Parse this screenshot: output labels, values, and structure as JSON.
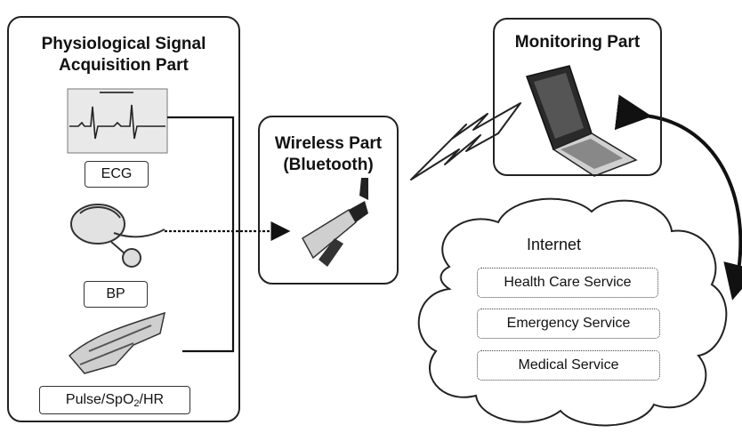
{
  "acquisition": {
    "title_line1": "Physiological Signal",
    "title_line2": "Acquisition Part",
    "labels": {
      "ecg": "ECG",
      "bp": "BP",
      "pulse_prefix": "Pulse/SpO",
      "pulse_sub": "2",
      "pulse_suffix": "/HR"
    }
  },
  "wireless": {
    "title_line1": "Wireless Part",
    "title_line2": "(Bluetooth)"
  },
  "monitoring": {
    "title": "Monitoring Part"
  },
  "internet": {
    "title": "Internet",
    "services": [
      "Health Care Service",
      "Emergency Service",
      "Medical Service"
    ]
  }
}
